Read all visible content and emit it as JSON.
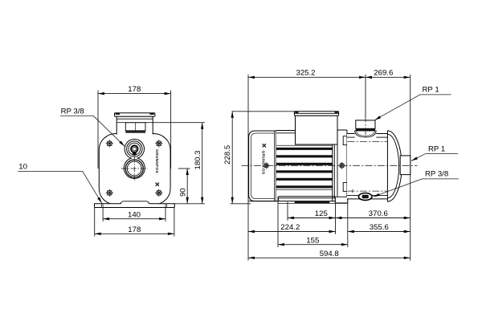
{
  "front_view": {
    "dims": {
      "width_top": "178",
      "body_height": "180.3",
      "port_height": "90",
      "bolt_spacing": "140",
      "base_width": "178"
    },
    "labels": {
      "port": "RP 3/8",
      "foot_hole": "10"
    }
  },
  "side_view": {
    "dims": {
      "left_to_port": "325.2",
      "port_to_end": "269.6",
      "height": "228.5",
      "foot_offset": "125",
      "port_plane_to_end": "370.6",
      "motor_section": "224.2",
      "foot_to_end": "355.6",
      "foot_length": "155",
      "total_length": "594.8"
    },
    "labels": {
      "top_port": "RP 1",
      "end_port": "RP 1",
      "drain": "RP 3/8"
    }
  },
  "brand": {
    "name": "GRUNDFOS"
  }
}
